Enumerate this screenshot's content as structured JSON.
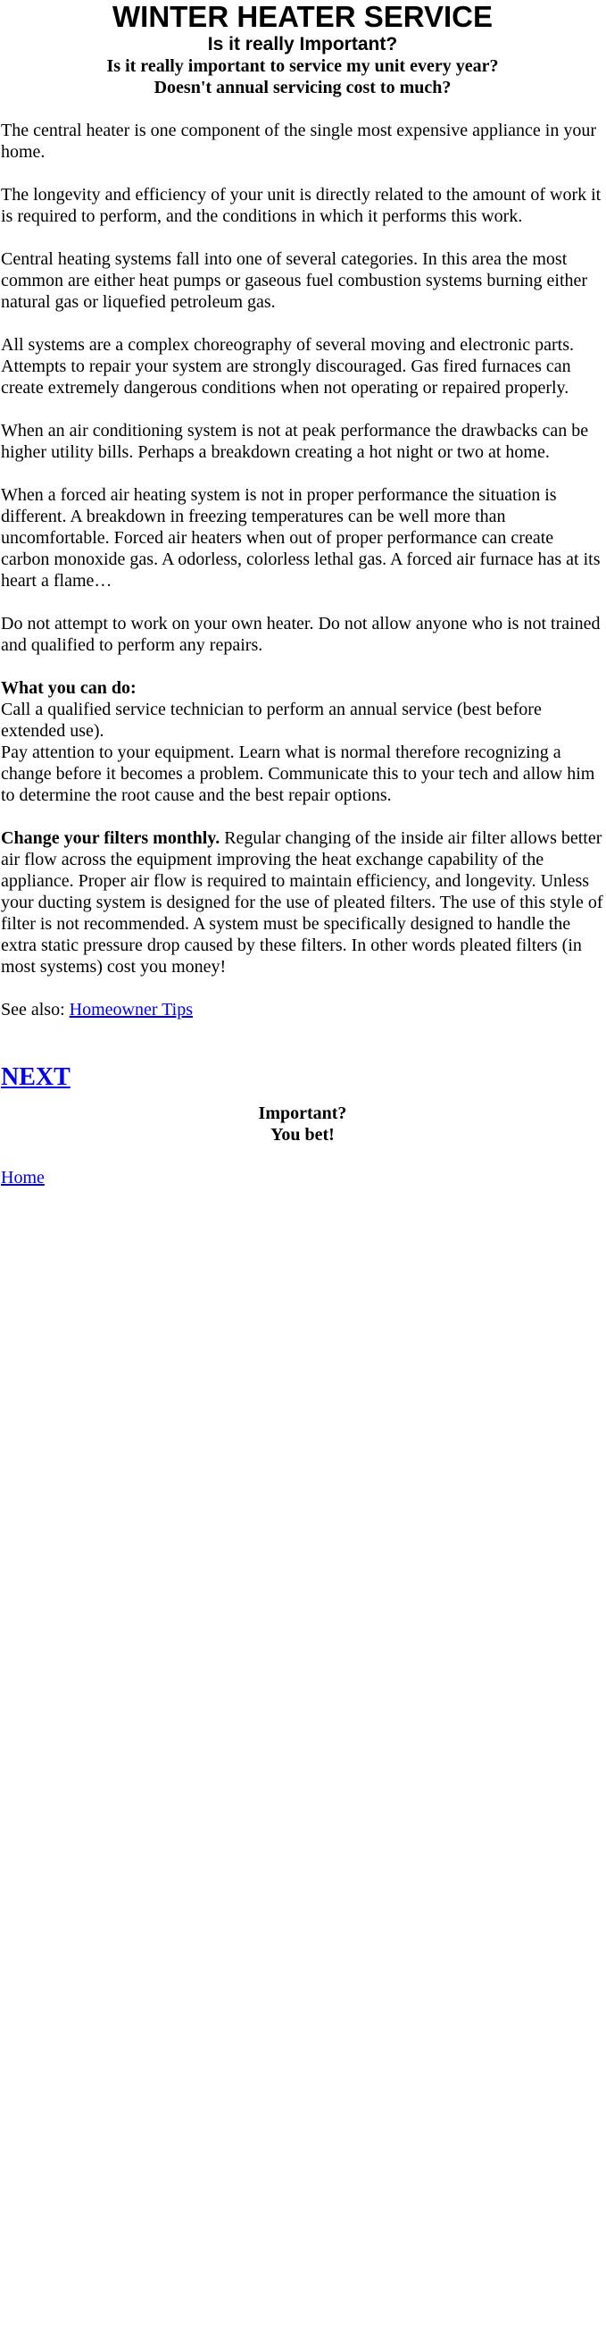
{
  "header": {
    "title": "WINTER HEATER SERVICE",
    "subtitle": "Is it really Important?",
    "question_1": "Is it really important to service my unit every year?",
    "question_2": "Doesn't annual servicing cost to much?"
  },
  "body": {
    "p1": "The central heater is one component of the single most expensive appliance in your home.",
    "p2": "The longevity and efficiency of your unit is directly related to the amount of work it is required to perform, and the conditions in which it performs this work.",
    "p3": "Central heating systems fall into one of several categories. In this area the most common are either heat pumps or gaseous fuel combustion systems burning either natural gas or liquefied petroleum gas.",
    "p4": "All systems are a complex choreography of several moving and electronic parts. Attempts to repair your system are strongly discouraged. Gas fired furnaces can create extremely dangerous conditions when not operating or repaired properly.",
    "p5": "When an air conditioning system is not at peak performance the drawbacks can be higher utility bills. Perhaps a breakdown creating a hot night or two at home.",
    "p6": "When a forced air heating system is not in proper performance the situation is different. A breakdown in freezing temperatures can be well more than uncomfortable. Forced air heaters when out of proper performance can create carbon monoxide gas. A odorless, colorless lethal gas. A forced air furnace has at its heart a flame…",
    "p7": "Do not attempt to work on your own heater. Do not allow anyone who is not trained and qualified to perform any repairs."
  },
  "what_you_can_do": {
    "heading": "What you can do:",
    "line1": "Call a qualified service technician to perform an annual service (best before extended use).",
    "line2": "Pay attention to your equipment. Learn what is normal therefore recognizing a change before it becomes a problem. Communicate this to your tech and allow him to determine the root cause and the best repair options."
  },
  "filters": {
    "lead": "Change your filters monthly.",
    "text": " Regular changing of the inside air filter allows better air flow across the equipment improving the heat exchange capability of the appliance. Proper air flow is required to maintain efficiency, and longevity. Unless your ducting system is designed for the use of pleated filters. The use of this style of filter is not recommended. A system must be specifically designed to handle the extra static pressure drop caused by these filters. In other words pleated filters (in most systems) cost you money!"
  },
  "see_also": {
    "label": "See also: ",
    "link_text": "Homeowner Tips"
  },
  "next": {
    "label": "NEXT"
  },
  "closing": {
    "line1": "Important?",
    "line2": "You bet!"
  },
  "home": {
    "label": "Home"
  },
  "colors": {
    "link": "#0000ee",
    "text": "#000000",
    "background": "#ffffff"
  }
}
